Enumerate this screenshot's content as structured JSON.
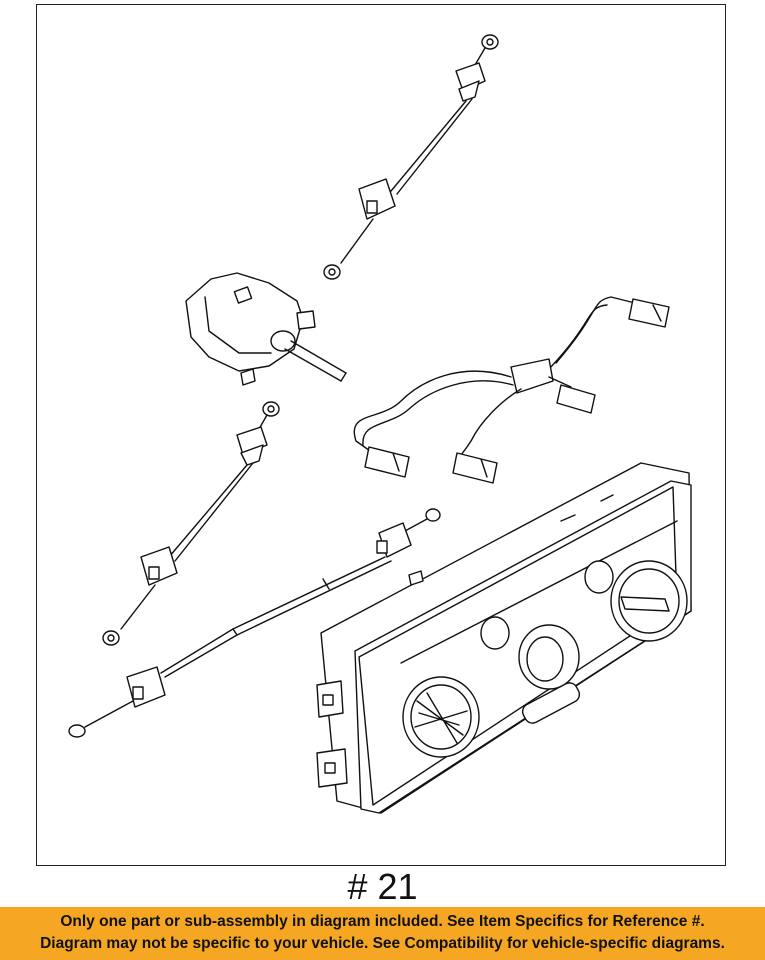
{
  "diagram": {
    "number": "# 21"
  },
  "banner": {
    "line1": "Only one part or sub-assembly in diagram included. See Item Specifics for Reference #.",
    "line2": "Diagram may not be specific to your vehicle. See Compatibility for vehicle-specific diagrams.",
    "background_color": "#f5a623"
  }
}
